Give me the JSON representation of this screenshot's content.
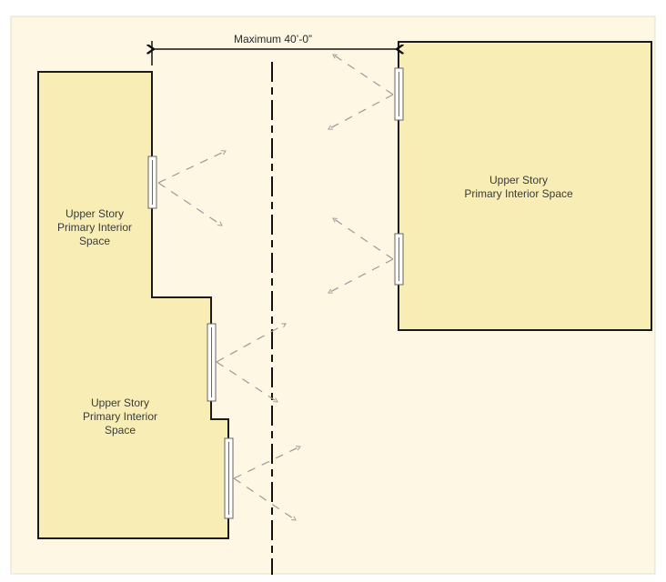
{
  "dimension_label": "Maximum 40’-0”",
  "buildings": [
    {
      "lines": [
        "Upper Story",
        "Primary Interior",
        "Space"
      ]
    },
    {
      "lines": [
        "Upper Story",
        "Primary Interior",
        "Space"
      ]
    },
    {
      "lines": [
        "Upper Story",
        "Primary Interior Space"
      ]
    }
  ],
  "colors": {
    "background": "#fdf7e3",
    "building": "#f8eeb5",
    "outline": "#1a1a1a",
    "sightline": "#9a9a9a"
  }
}
